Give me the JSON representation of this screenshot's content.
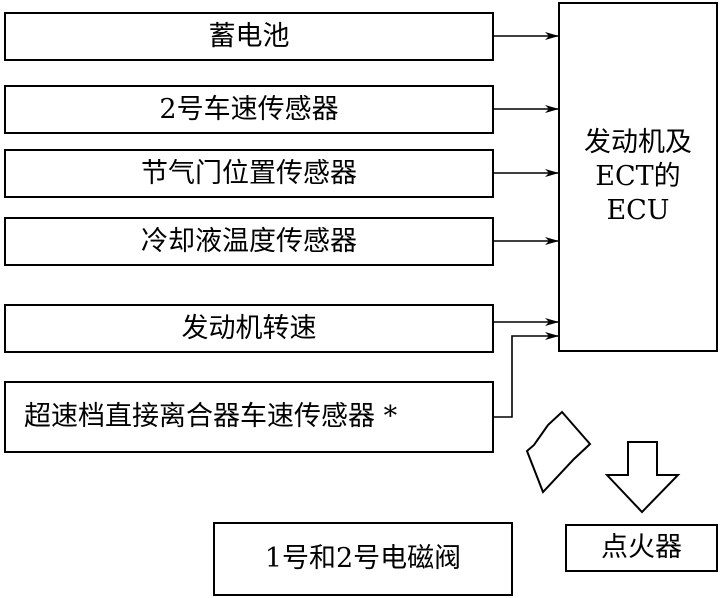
{
  "diagram": {
    "inputs": [
      {
        "id": "battery",
        "label": "蓄电池"
      },
      {
        "id": "speed-sensor-2",
        "label": "2号车速传感器"
      },
      {
        "id": "throttle-sensor",
        "label": "节气门位置传感器"
      },
      {
        "id": "coolant-sensor",
        "label": "冷却液温度传感器"
      },
      {
        "id": "engine-speed",
        "label": "发动机转速"
      },
      {
        "id": "od-clutch-sensor",
        "label": "超速档直接离合器车速传感器 *"
      }
    ],
    "ecu": {
      "lines": [
        "发动机及",
        "ECT的",
        "ECU"
      ]
    },
    "outputs": [
      {
        "id": "solenoid",
        "label": "1号和2号电磁阀"
      },
      {
        "id": "igniter",
        "label": "点火器"
      }
    ],
    "colors": {
      "line": "#000000",
      "background": "#ffffff"
    }
  }
}
